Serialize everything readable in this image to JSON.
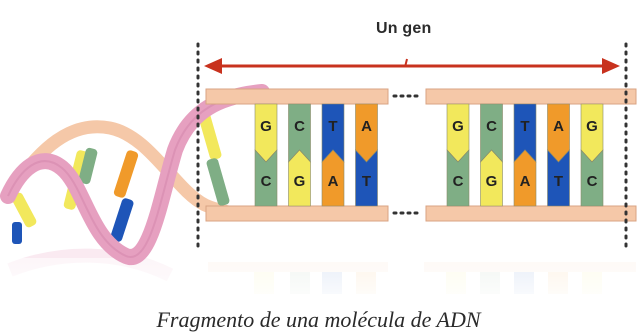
{
  "gene_label": "Un gen",
  "caption": "Fragmento de una molécula de ADN",
  "base_colors": {
    "G": "#f2e85c",
    "C": "#7fae85",
    "T": "#1e55b8",
    "A": "#f09a2a"
  },
  "backbone_color": "#f5c8a8",
  "helix_strand_color": "#e6a0c0",
  "arrow_color": "#c8321e",
  "left_segment": [
    {
      "top": "G",
      "bottom": "C"
    },
    {
      "top": "C",
      "bottom": "G"
    },
    {
      "top": "T",
      "bottom": "A"
    },
    {
      "top": "A",
      "bottom": "T"
    }
  ],
  "right_segment": [
    {
      "top": "G",
      "bottom": "C"
    },
    {
      "top": "C",
      "bottom": "G"
    },
    {
      "top": "T",
      "bottom": "A"
    },
    {
      "top": "A",
      "bottom": "T"
    },
    {
      "top": "G",
      "bottom": "C"
    }
  ]
}
